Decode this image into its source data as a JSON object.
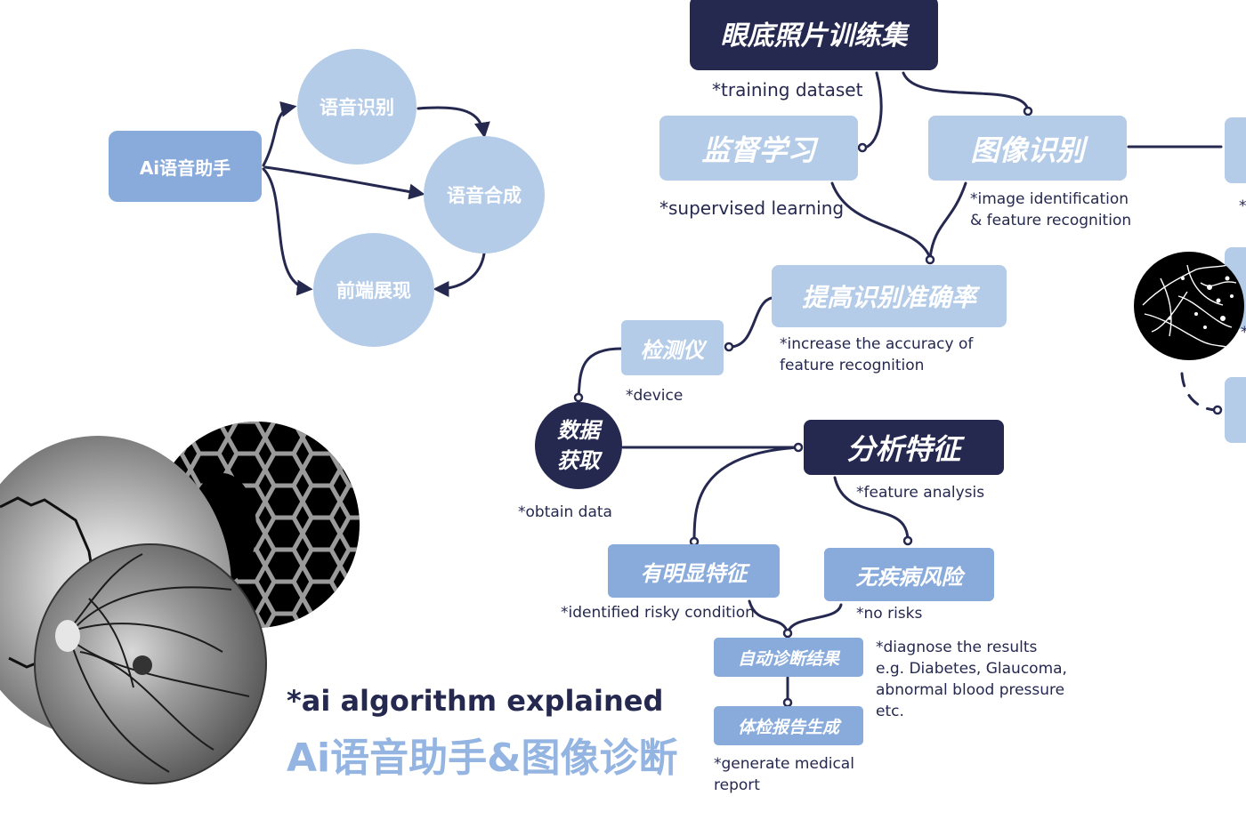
{
  "voice": {
    "assistant": "Ai语音助手",
    "speech_recognition": "语音识别",
    "speech_synthesis": "语音合成",
    "frontend_display": "前端展现"
  },
  "flow": {
    "training_set": {
      "label": "眼底照片训练集",
      "note": "*training dataset"
    },
    "supervised": {
      "label": "监督学习",
      "note": "*supervised learning"
    },
    "image_recognition": {
      "label": "图像识别",
      "note": "*image identification\n& feature recognition"
    },
    "accuracy": {
      "label": "提高识别准确率",
      "note": "*increase the accuracy of\nfeature recognition"
    },
    "device": {
      "label": "检测仪",
      "note": "*device"
    },
    "obtain": {
      "label": "数据\n获取",
      "note": "*obtain data"
    },
    "analysis": {
      "label": "分析特征",
      "note": "*feature analysis"
    },
    "risky": {
      "label": "有明显特征",
      "note": "*identified risky condition"
    },
    "no_risk": {
      "label": "无疾病风险",
      "note": "*no risks"
    },
    "diagnose": {
      "label": "自动诊断结果",
      "note": "*diagnose the results\ne.g. Diabetes, Glaucoma,\nabnormal blood pressure\netc."
    },
    "report": {
      "label": "体检报告生成",
      "note": "*generate medical\nreport"
    }
  },
  "right_edge": {
    "notes": [
      "*",
      "*",
      "*"
    ]
  },
  "caption": {
    "subtitle": "*ai algorithm explained",
    "title": "Ai语音助手&图像诊断"
  },
  "colors": {
    "navy": "#25284f",
    "light_blue": "#b4cce8",
    "mid_blue": "#88abdb",
    "title_blue": "#94b4e2"
  },
  "images": [
    "retina-fundus-photo",
    "retina-vessel-map",
    "hexagon-pattern",
    "retina-segmentation"
  ]
}
